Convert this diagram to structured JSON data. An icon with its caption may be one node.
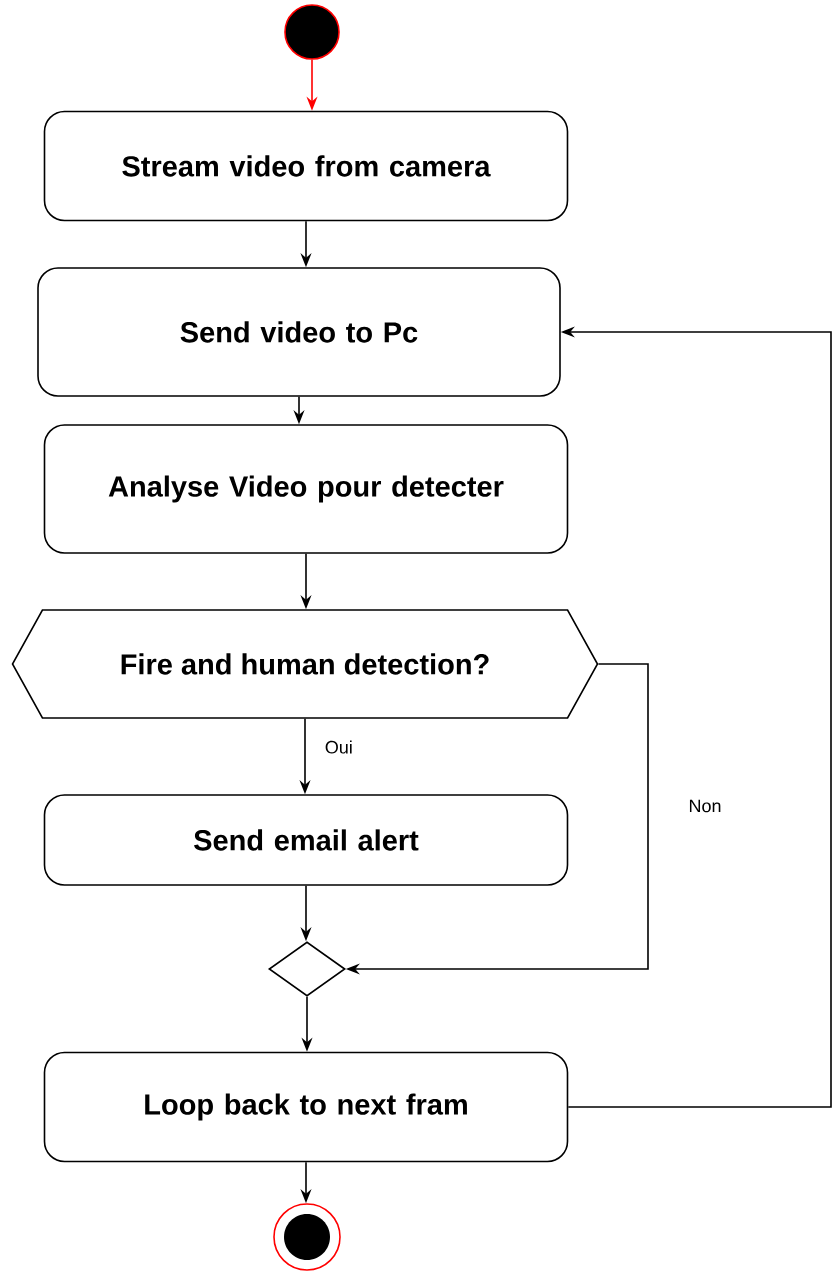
{
  "diagram": {
    "nodes": [
      {
        "text": [],
        "shape": "circle"
      },
      {
        "text": [
          "Stream video from camera"
        ]
      },
      {
        "text": [
          "Send video to Pc"
        ]
      },
      {
        "text": [
          "Analyse Video pour detecter"
        ]
      },
      {
        "text": [
          "Fire and human detection?"
        ]
      },
      {
        "text": [
          "Send email alert"
        ]
      },
      {
        "text": [],
        "shape": "diamond"
      },
      {
        "text": [
          "Loop back to next fram"
        ]
      },
      {
        "text": [],
        "shape": "circle"
      }
    ],
    "edges": [
      {
        "from": 0,
        "to": 1,
        "arrow": "to",
        "color": "#ff0000"
      },
      {
        "from": 1,
        "to": 2,
        "arrow": "to"
      },
      {
        "from": 2,
        "to": 3,
        "arrow": "to"
      },
      {
        "from": 3,
        "to": 4,
        "arrow": "to"
      },
      {
        "from": 4,
        "to": 5,
        "arrow": "to",
        "label": "Oui"
      },
      {
        "from": 4,
        "to": 6,
        "arrow": "to",
        "label": "Non"
      },
      {
        "from": 5,
        "to": 6,
        "arrow": "to"
      },
      {
        "from": 6,
        "to": 7,
        "arrow": "to"
      },
      {
        "from": 7,
        "to": 2,
        "arrow": "to"
      },
      {
        "from": 7,
        "to": 8,
        "arrow": "to"
      }
    ]
  }
}
